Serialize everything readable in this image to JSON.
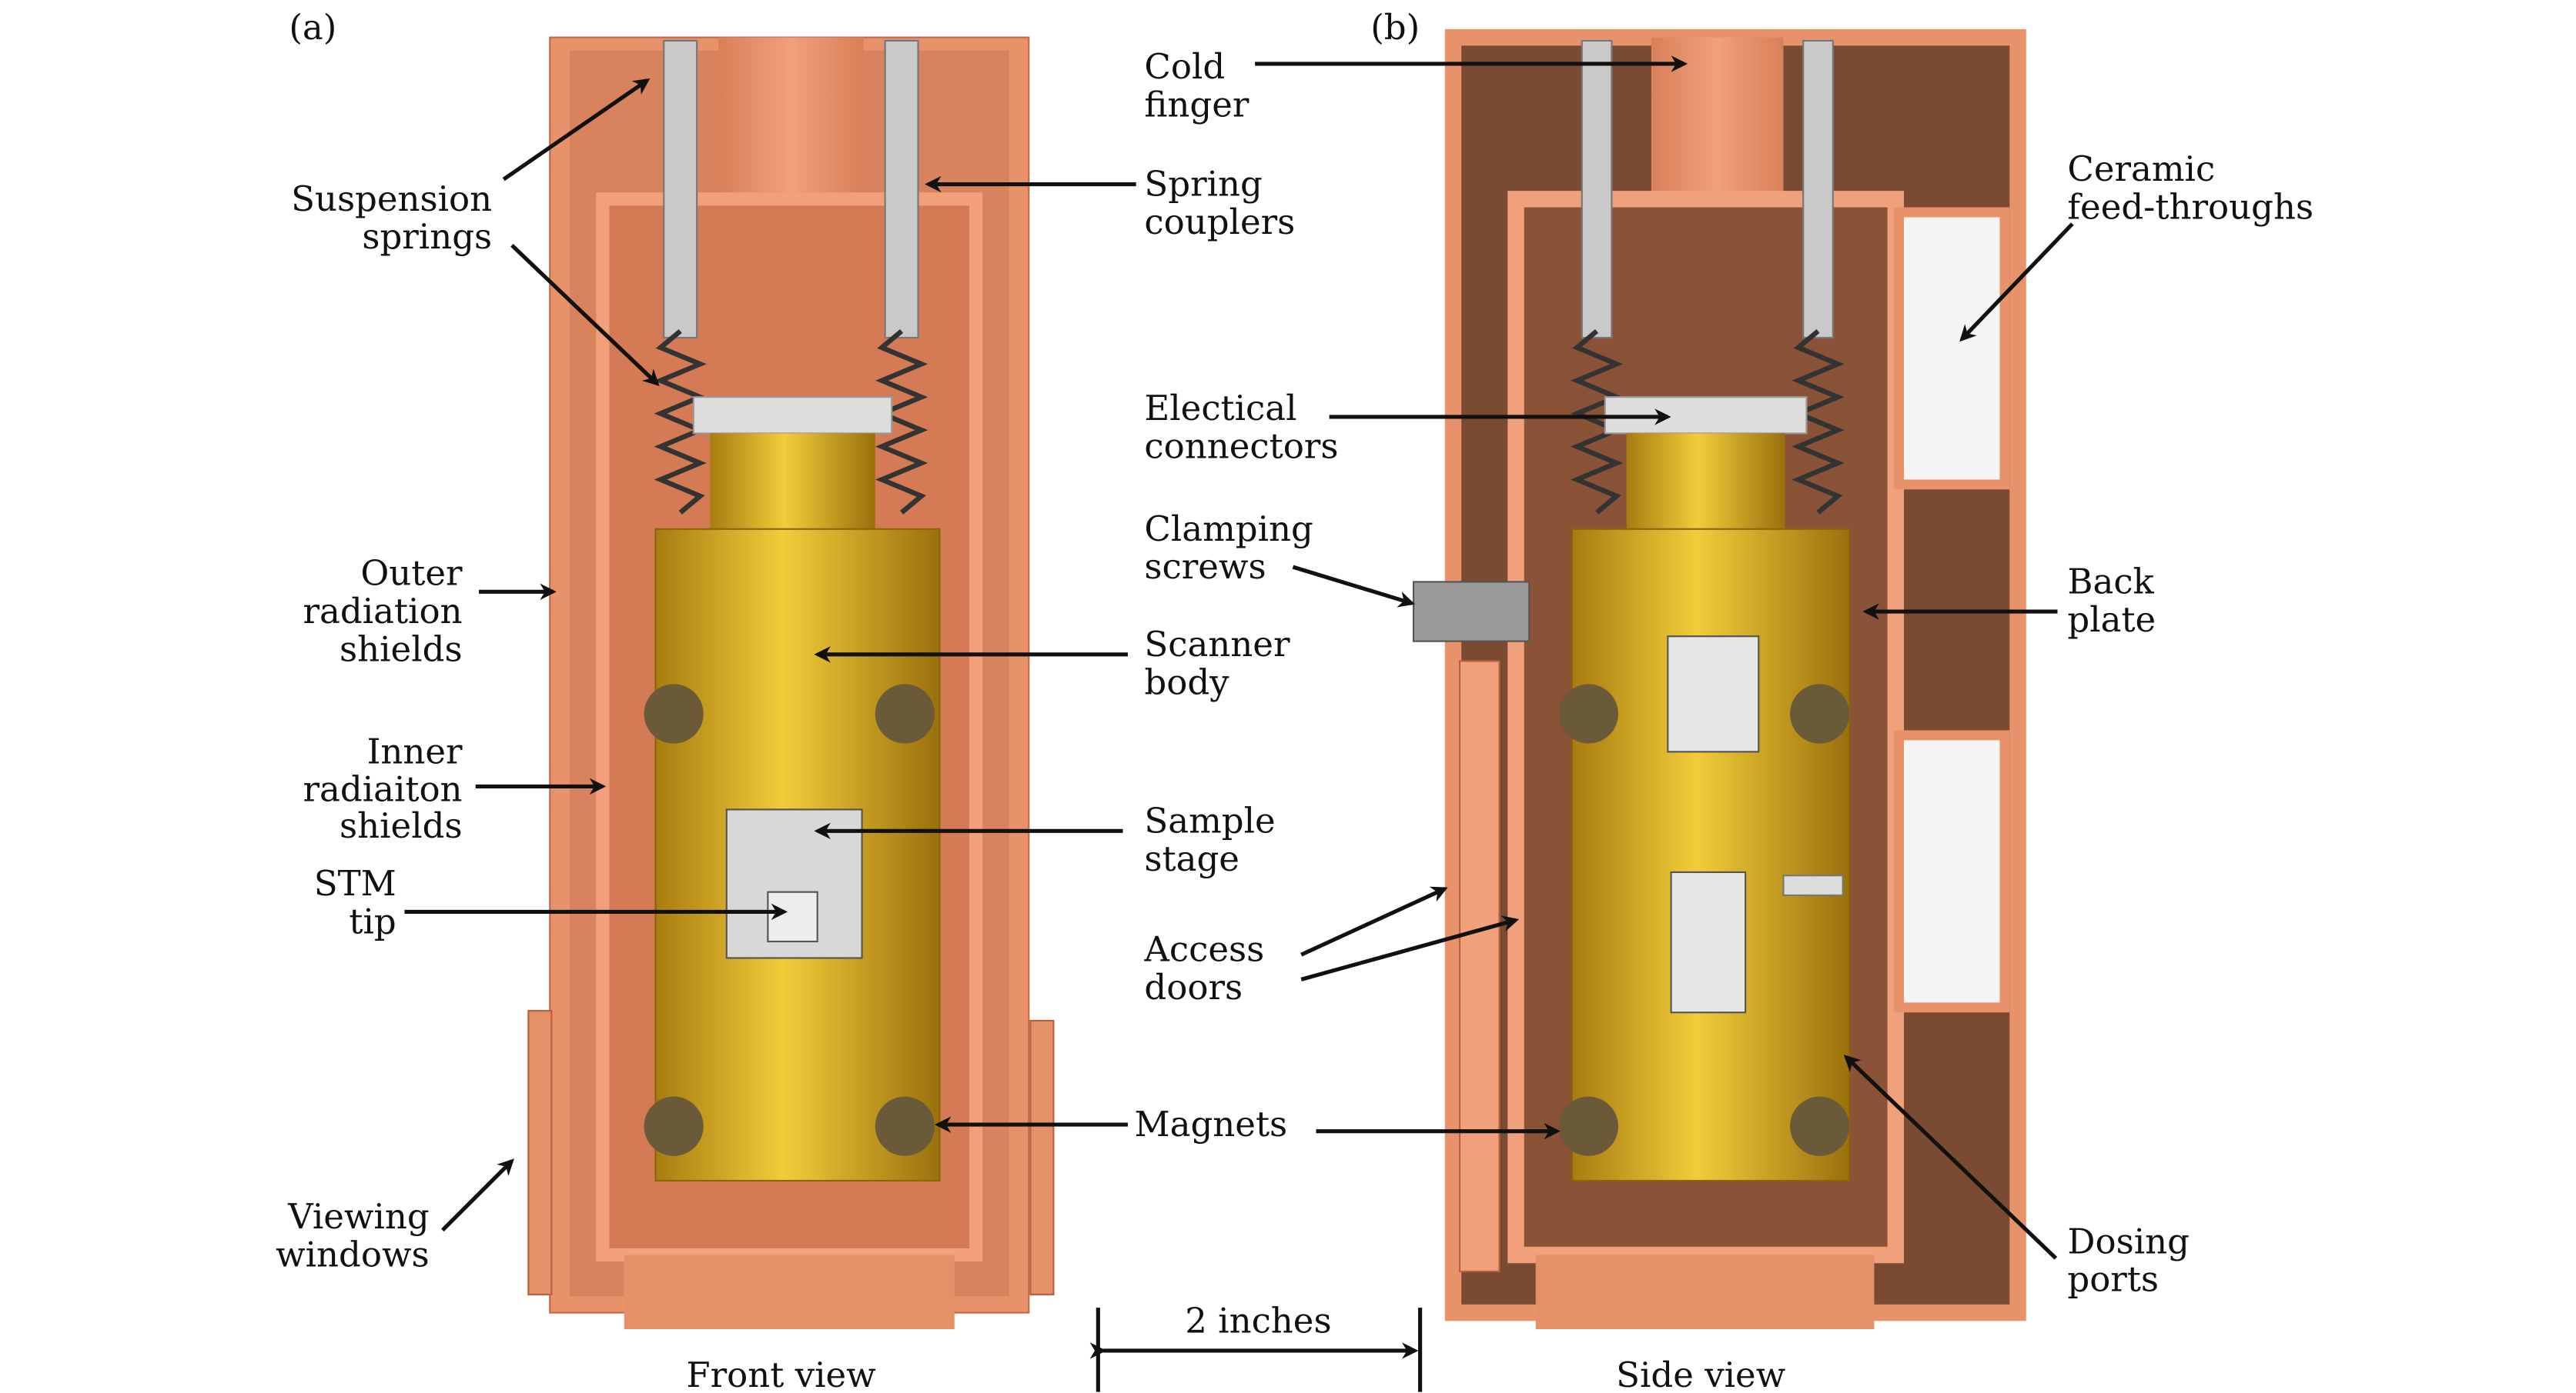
{
  "panels": {
    "a": {
      "tag": "(a)",
      "caption": "Front view"
    },
    "b": {
      "tag": "(b)",
      "caption": "Side view"
    }
  },
  "labels": {
    "suspension_springs": [
      "Suspension",
      "springs"
    ],
    "outer_shields": [
      "Outer",
      "radiation",
      "shields"
    ],
    "inner_shields": [
      "Inner",
      "radiaiton",
      "shields"
    ],
    "stm_tip": [
      "STM",
      "tip"
    ],
    "viewing_windows": [
      "Viewing",
      "windows"
    ],
    "cold_finger": [
      "Cold",
      "finger"
    ],
    "spring_couplers": [
      "Spring",
      "couplers"
    ],
    "electrical_connectors": [
      "Electical",
      "connectors"
    ],
    "clamping_screws": [
      "Clamping",
      "screws"
    ],
    "scanner_body": [
      "Scanner",
      "body"
    ],
    "sample_stage": [
      "Sample",
      "stage"
    ],
    "access_doors": [
      "Access",
      "doors"
    ],
    "magnets": [
      "Magnets"
    ],
    "ceramic_feedthroughs": [
      "Ceramic",
      "feed-throughs"
    ],
    "back_plate": [
      "Back",
      "plate"
    ],
    "dosing_ports": [
      "Dosing",
      "ports"
    ]
  },
  "scale_bar": {
    "label": "2 inches"
  },
  "colors": {
    "copper": "#e8926c",
    "copper_dark": "#c9704c",
    "copper_inner": "#7b4a33",
    "gold": "#e2b320",
    "gold_dark": "#b8860b"
  }
}
